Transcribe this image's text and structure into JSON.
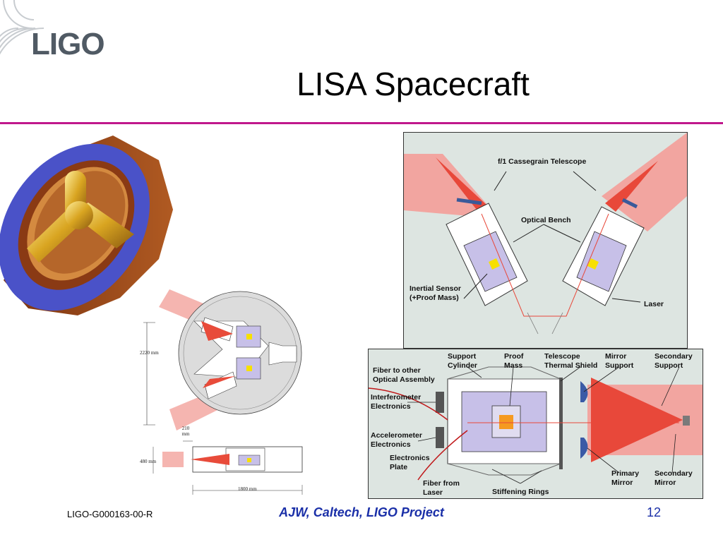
{
  "logo": {
    "text": "LIGO"
  },
  "slide": {
    "title": "LISA Spacecraft",
    "page_number": "12"
  },
  "footer": {
    "doc_id": "LIGO-G000163-00-R",
    "credit": "AJW, Caltech, LIGO Project"
  },
  "top_diagram": {
    "labels": {
      "telescope": "f/1 Cassegrain Telescope",
      "bench": "Optical Bench",
      "sensor": "Inertial Sensor\n(+Proof Mass)",
      "laser": "Laser"
    }
  },
  "bottom_diagram": {
    "labels": {
      "support_cylinder": "Support\nCylinder",
      "proof_mass": "Proof\nMass",
      "thermal_shield": "Telescope\nThermal Shield",
      "mirror_support": "Mirror\nSupport",
      "secondary_support": "Secondary\nSupport",
      "fiber_other": "Fiber to other\nOptical Assembly",
      "interferometer": "Interferometer\nElectronics",
      "accelerometer": "Accelerometer\nElectronics",
      "electronics_plate": "Electronics\nPlate",
      "fiber_laser": "Fiber from\nLaser",
      "stiffening_rings": "Stiffening Rings",
      "primary_mirror": "Primary\nMirror",
      "secondary_mirror": "Secondary\nMirror"
    }
  },
  "drawing_dims": {
    "height": "2220 mm",
    "gap": "210 mm",
    "thickness": "480 mm",
    "width": "1800 mm"
  }
}
